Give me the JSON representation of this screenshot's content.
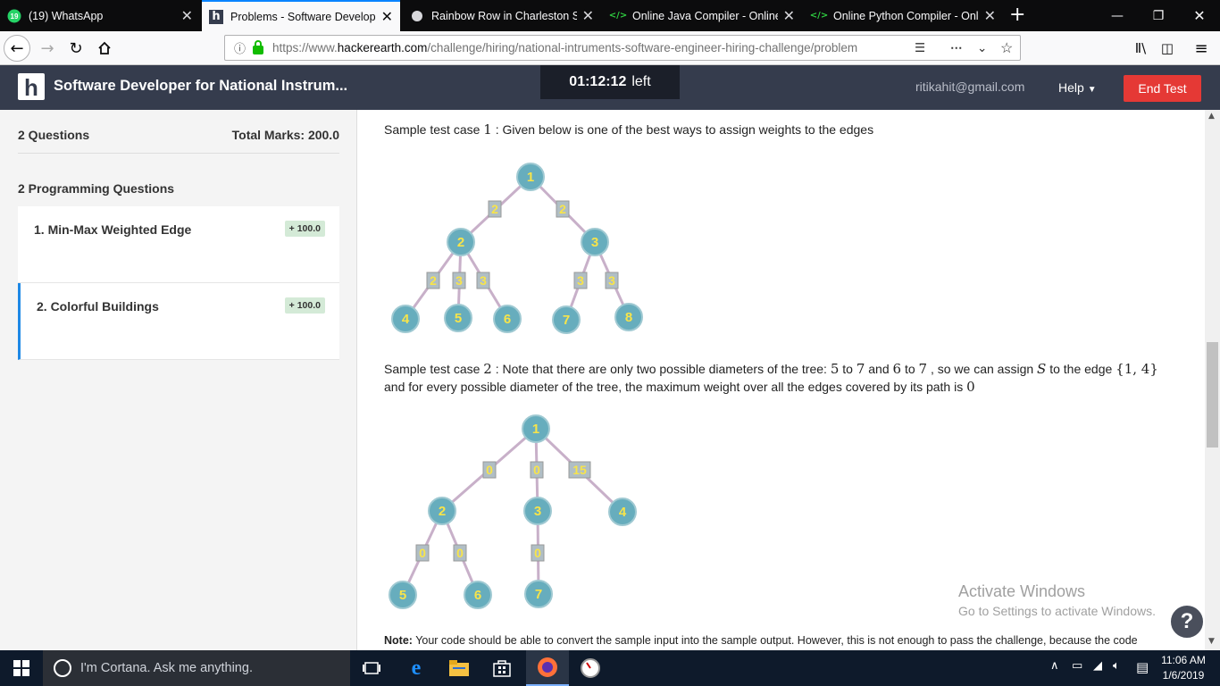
{
  "browser": {
    "tabs": [
      {
        "title": "(19) WhatsApp",
        "favicon": "whatsapp-icon",
        "badge": "19"
      },
      {
        "title": "Problems - Software Developer",
        "favicon": "hackerearth-icon"
      },
      {
        "title": "Rainbow Row in Charleston SC",
        "favicon": "globe-icon"
      },
      {
        "title": "Online Java Compiler - Online",
        "favicon": "code-icon"
      },
      {
        "title": "Online Python Compiler - Onlin",
        "favicon": "code-icon"
      }
    ],
    "url_prefix": "https://www.",
    "url_domain": "hackerearth.com",
    "url_path": "/challenge/hiring/national-intruments-software-engineer-hiring-challenge/problem"
  },
  "header": {
    "title": "Software Developer for National Instrum...",
    "timer": "01:12:12",
    "timer_suffix": "left",
    "email": "ritikahit@gmail.com",
    "help": "Help",
    "end_test": "End Test"
  },
  "sidebar": {
    "questions_count": "2 Questions",
    "total_marks": "Total Marks: 200.0",
    "section": "2 Programming Questions",
    "questions": [
      {
        "title": "1. Min-Max Weighted Edge",
        "score": "+ 100.0"
      },
      {
        "title": "2. Colorful Buildings",
        "score": "+ 100.0"
      }
    ]
  },
  "content": {
    "sample1_a": "Sample test case",
    "sample1_num": "1",
    "sample1_b": ": Given below is one of the best ways to assign weights to the edges",
    "sample2_a": "Sample test case",
    "sample2_num": "2",
    "sample2_b": ": Note that there are only two possible diameters of the tree:",
    "s2_n1": "5",
    "s2_to1": "to",
    "s2_n2": "7",
    "s2_and": "and",
    "s2_n3": "6",
    "s2_to2": "to",
    "s2_n4": "7",
    "s2_c": ", so we can assign",
    "s2_S": "S",
    "s2_d": "to the edge",
    "s2_edge": "{1, 4}",
    "s2_e": "and for every possible diameter of the tree, the maximum weight over all the edges covered by its path is",
    "s2_zero": "0",
    "note_label": "Note:",
    "note_text": "Your code should be able to convert the sample input into the sample output. However, this is not enough to pass the challenge, because the code"
  },
  "tree1": {
    "nodes": [
      "1",
      "2",
      "3",
      "4",
      "5",
      "6",
      "7",
      "8"
    ],
    "edge_weights": [
      "2",
      "2",
      "2",
      "3",
      "3",
      "3",
      "3"
    ]
  },
  "tree2": {
    "nodes": [
      "1",
      "2",
      "3",
      "4",
      "5",
      "6",
      "7"
    ],
    "edge_weights": [
      "0",
      "0",
      "15",
      "0",
      "0",
      "0"
    ]
  },
  "watermark": {
    "line1": "Activate Windows",
    "line2": "Go to Settings to activate Windows."
  },
  "taskbar": {
    "search_placeholder": "I'm Cortana. Ask me anything.",
    "time": "11:06 AM",
    "date": "1/6/2019"
  },
  "colors": {
    "node_fill": "#67adbd",
    "node_label": "#f7e44a",
    "edge": "#c8b0c9",
    "header_bg": "#353c4d",
    "end_test": "#e53935",
    "accent": "#1e88e5"
  }
}
